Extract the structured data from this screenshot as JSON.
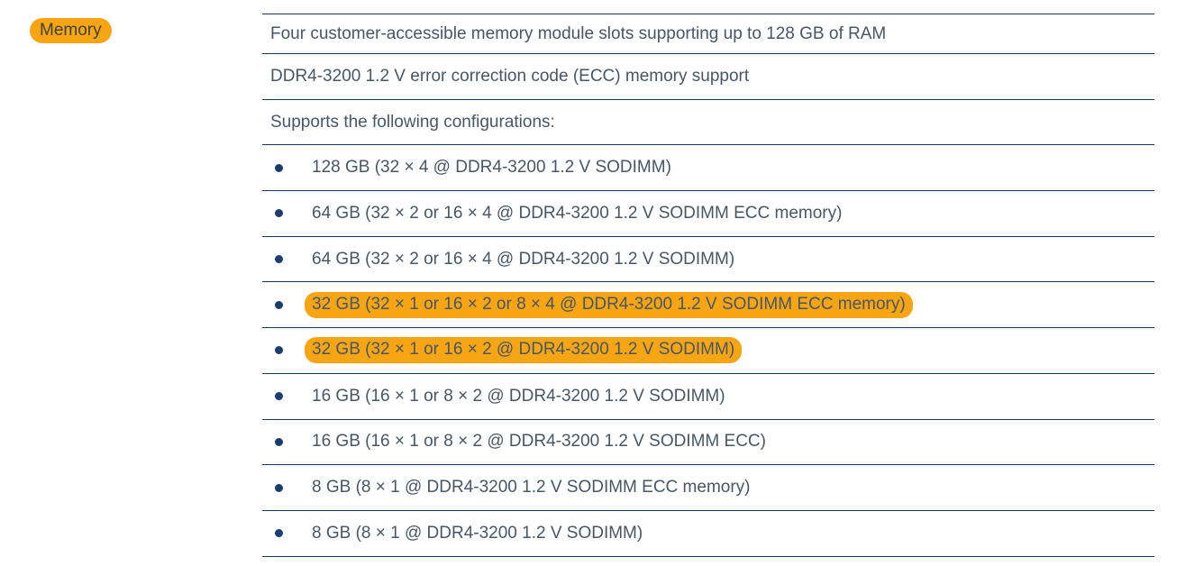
{
  "colors": {
    "highlight": "#f8a513",
    "line": "#17365d",
    "text": "#475766",
    "bullet": "#1a3c6e",
    "label_text": "#3f4237"
  },
  "memory": {
    "label": "Memory",
    "details": [
      {
        "text": "Four customer-accessible memory module slots supporting up to 128 GB of RAM",
        "bullet": false,
        "highlighted": false
      },
      {
        "text": "DDR4-3200 1.2 V error correction code (ECC) memory support",
        "bullet": false,
        "highlighted": false
      },
      {
        "text": "Supports the following configurations:",
        "bullet": false,
        "highlighted": false
      },
      {
        "text": "128 GB (32 × 4 @ DDR4-3200 1.2 V SODIMM)",
        "bullet": true,
        "highlighted": false
      },
      {
        "text": "64 GB (32 × 2 or 16 × 4 @ DDR4-3200 1.2 V SODIMM ECC memory)",
        "bullet": true,
        "highlighted": false
      },
      {
        "text": "64 GB (32 × 2 or 16 × 4 @ DDR4-3200 1.2 V SODIMM)",
        "bullet": true,
        "highlighted": false
      },
      {
        "text": "32 GB (32 × 1 or 16 × 2 or 8 × 4 @ DDR4-3200 1.2 V SODIMM ECC memory)",
        "bullet": true,
        "highlighted": true
      },
      {
        "text": "32 GB (32 × 1 or 16 × 2 @ DDR4-3200 1.2 V SODIMM)",
        "bullet": true,
        "highlighted": true
      },
      {
        "text": "16 GB (16 × 1 or 8 × 2 @ DDR4-3200 1.2 V SODIMM)",
        "bullet": true,
        "highlighted": false
      },
      {
        "text": "16 GB (16 × 1 or 8 × 2 @ DDR4-3200 1.2 V SODIMM ECC)",
        "bullet": true,
        "highlighted": false
      },
      {
        "text": "8 GB (8 × 1 @ DDR4-3200 1.2 V SODIMM ECC memory)",
        "bullet": true,
        "highlighted": false
      },
      {
        "text": "8 GB (8 × 1 @ DDR4-3200 1.2 V SODIMM)",
        "bullet": true,
        "highlighted": false
      }
    ]
  }
}
